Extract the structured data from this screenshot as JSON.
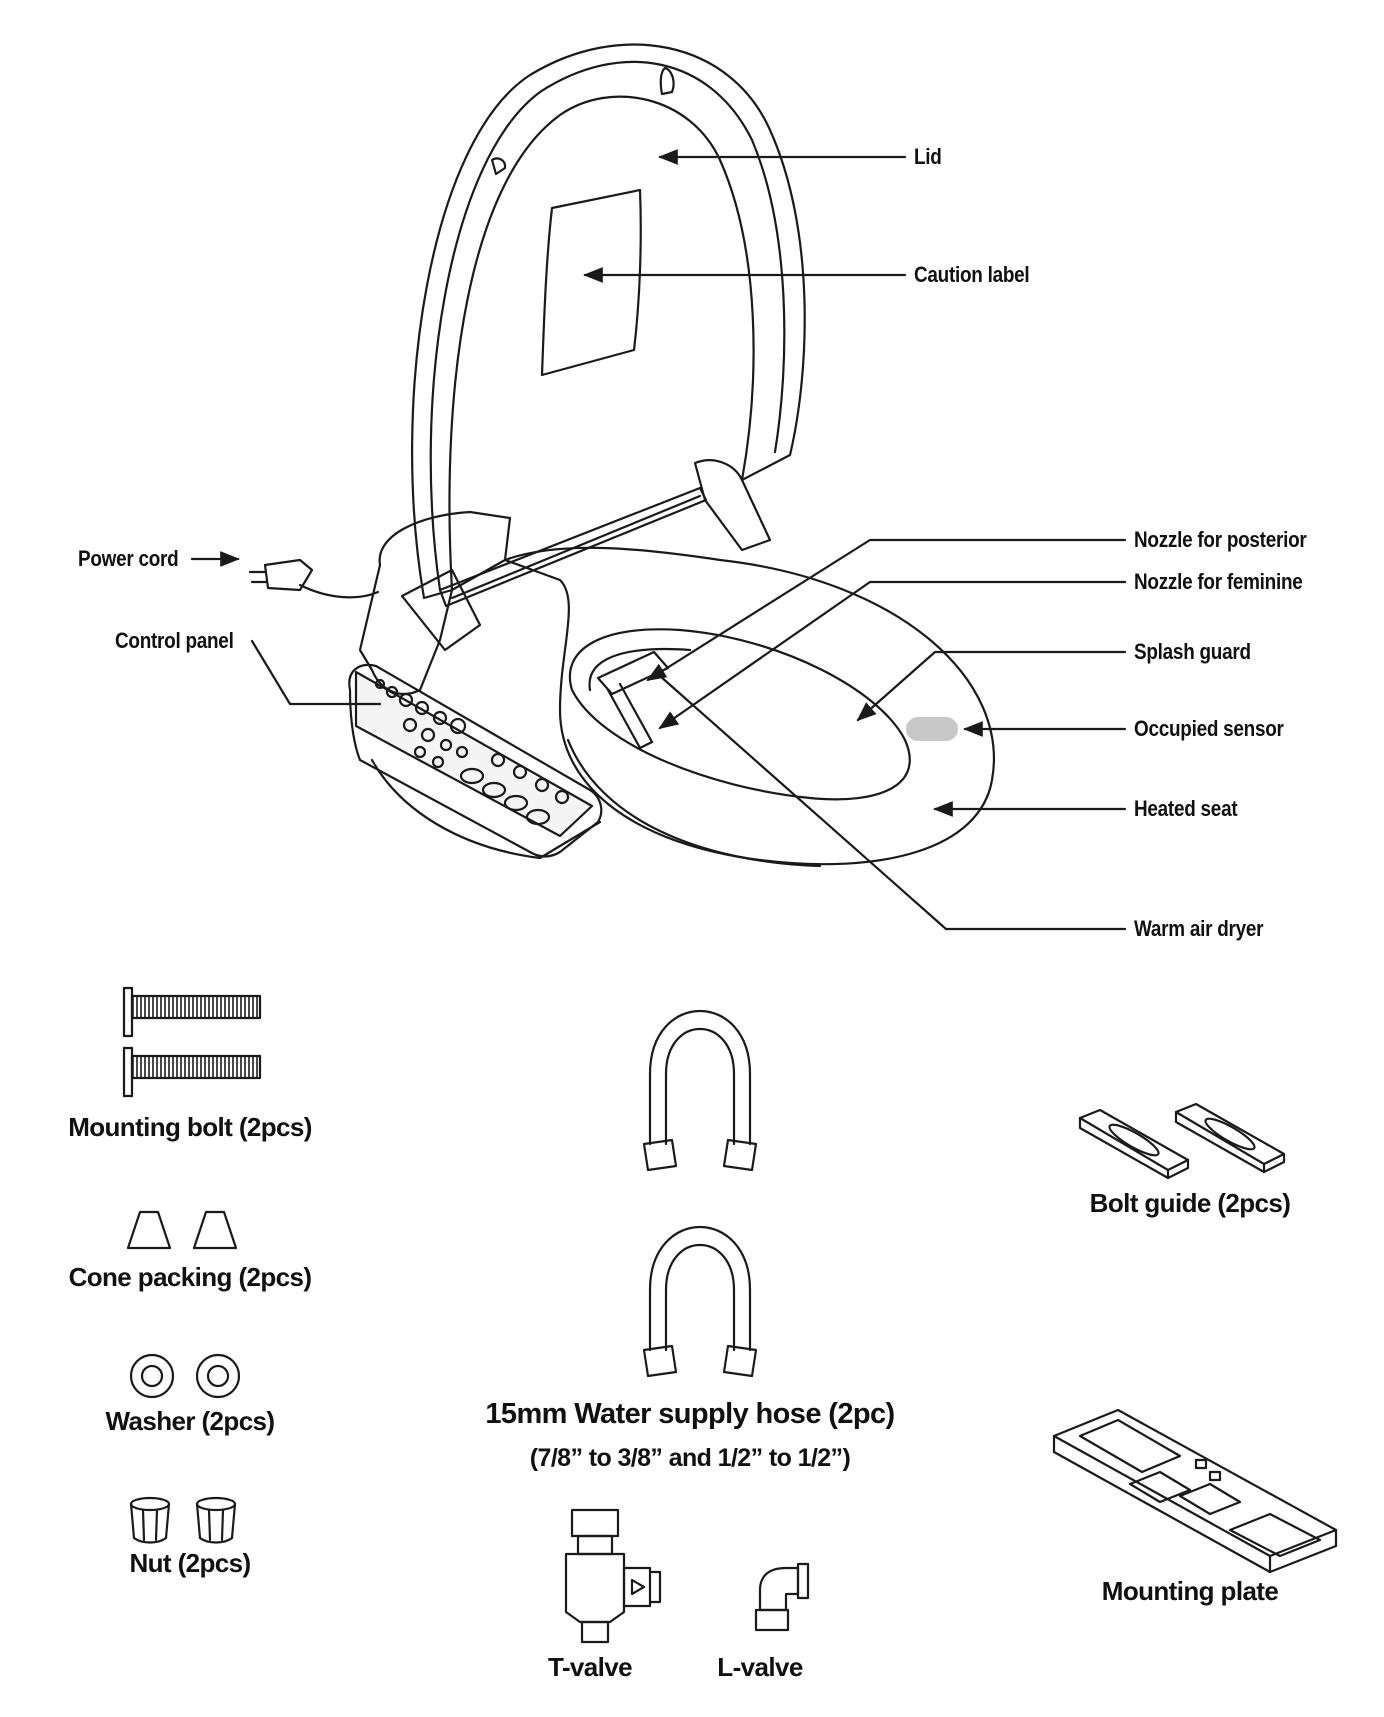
{
  "callouts": {
    "lid": "Lid",
    "caution_label": "Caution label",
    "power_cord": "Power cord",
    "control_panel": "Control panel",
    "nozzle_posterior": "Nozzle for posterior",
    "nozzle_feminine": "Nozzle for feminine",
    "splash_guard": "Splash guard",
    "occupied_sensor": "Occupied sensor",
    "heated_seat": "Heated seat",
    "warm_air_dryer": "Warm air dryer"
  },
  "parts": {
    "mounting_bolt": "Mounting bolt (2pcs)",
    "cone_packing": "Cone packing (2pcs)",
    "washer": "Washer (2pcs)",
    "nut": "Nut (2pcs)",
    "hose_title": "15mm Water supply hose (2pc)",
    "hose_sizes": "(7/8” to 3/8” and 1/2” to 1/2”)",
    "t_valve": "T-valve",
    "l_valve": "L-valve",
    "bolt_guide": "Bolt guide (2pcs)",
    "mounting_plate": "Mounting plate"
  },
  "colors": {
    "line": "#1a1a1a",
    "sensor": "#c8c8c8"
  }
}
